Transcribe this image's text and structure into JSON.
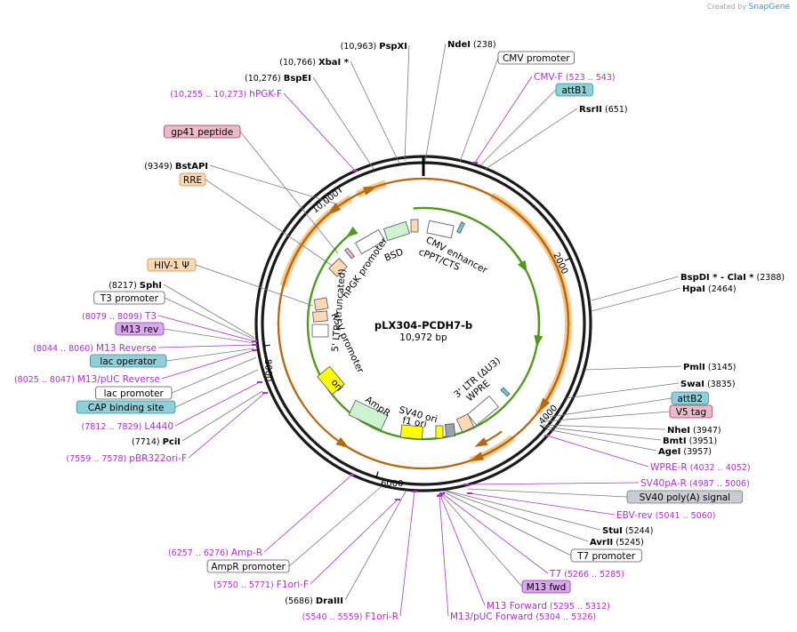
{
  "credit": {
    "prefix": "Created by",
    "brand": "SnapGene"
  },
  "map": {
    "name": "pLX304-PCDH7-b",
    "length_label": "10,972 bp",
    "ticks": [
      "2000",
      "4000",
      "6000",
      "8000",
      "10,000"
    ]
  },
  "enzymes": [
    {
      "name": "PspXI",
      "coord": "(10,963)",
      "star": false
    },
    {
      "name": "NdeI",
      "coord": "(238)",
      "star": false
    },
    {
      "name": "XbaI",
      "coord": "(10,766)",
      "star": true
    },
    {
      "name": "BspEI",
      "coord": "(10,276)",
      "star": false
    },
    {
      "name": "RsrII",
      "coord": "(651)",
      "star": false
    },
    {
      "name": "BstAPI",
      "coord": "(9349)",
      "star": false
    },
    {
      "name": "SphI",
      "coord": "(8217)",
      "star": false
    },
    {
      "name": "BspDI * - ClaI *",
      "coord": "(2388)",
      "star": false
    },
    {
      "name": "HpaI",
      "coord": "(2464)",
      "star": false
    },
    {
      "name": "PmlI",
      "coord": "(3145)",
      "star": false
    },
    {
      "name": "SwaI",
      "coord": "(3835)",
      "star": false
    },
    {
      "name": "NheI",
      "coord": "(3947)",
      "star": false
    },
    {
      "name": "BmtI",
      "coord": "(3951)",
      "star": false
    },
    {
      "name": "AgeI",
      "coord": "(3957)",
      "star": false
    },
    {
      "name": "PciI",
      "coord": "(7714)",
      "star": false
    },
    {
      "name": "StuI",
      "coord": "(5244)",
      "star": false
    },
    {
      "name": "AvrII",
      "coord": "(5245)",
      "star": false
    },
    {
      "name": "DraIII",
      "coord": "(5686)",
      "star": false
    }
  ],
  "primers": [
    {
      "name": "hPGK-F",
      "coord": "(10,255 .. 10,273)"
    },
    {
      "name": "CMV-F",
      "coord": "(523 .. 543)"
    },
    {
      "name": "T3",
      "coord": "(8079 .. 8099)"
    },
    {
      "name": "M13 Reverse",
      "coord": "(8044 .. 8060)"
    },
    {
      "name": "M13/pUC Reverse",
      "coord": "(8025 .. 8047)"
    },
    {
      "name": "L4440",
      "coord": "(7812 .. 7829)"
    },
    {
      "name": "pBR322ori-F",
      "coord": "(7559 .. 7578)"
    },
    {
      "name": "WPRE-R",
      "coord": "(4032 .. 4052)"
    },
    {
      "name": "SV40pA-R",
      "coord": "(4987 .. 5006)"
    },
    {
      "name": "EBV-rev",
      "coord": "(5041 .. 5060)"
    },
    {
      "name": "T7",
      "coord": "(5266 .. 5285)"
    },
    {
      "name": "M13 Forward",
      "coord": "(5295 .. 5312)"
    },
    {
      "name": "M13/pUC Forward",
      "coord": "(5304 .. 5326)"
    },
    {
      "name": "Amp-R",
      "coord": "(6257 .. 6276)"
    },
    {
      "name": "F1ori-F",
      "coord": "(5750 .. 5771)"
    },
    {
      "name": "F1ori-R",
      "coord": "(5540 .. 5559)"
    }
  ],
  "boxes": [
    {
      "text": "CMV promoter",
      "kind": "white"
    },
    {
      "text": "attB1",
      "kind": "teal"
    },
    {
      "text": "gp41 peptide",
      "kind": "pink"
    },
    {
      "text": "RRE",
      "kind": "peach"
    },
    {
      "text": "HIV-1 Ψ",
      "kind": "peach"
    },
    {
      "text": "T3 promoter",
      "kind": "white"
    },
    {
      "text": "M13 rev",
      "kind": "violet"
    },
    {
      "text": "lac operator",
      "kind": "teal"
    },
    {
      "text": "lac promoter",
      "kind": "white"
    },
    {
      "text": "CAP binding site",
      "kind": "teal"
    },
    {
      "text": "attB2",
      "kind": "teal"
    },
    {
      "text": "V5 tag",
      "kind": "pink"
    },
    {
      "text": "SV40 poly(A) signal",
      "kind": "gray"
    },
    {
      "text": "T7 promoter",
      "kind": "white"
    },
    {
      "text": "M13 fwd",
      "kind": "violet"
    },
    {
      "text": "AmpR promoter",
      "kind": "white"
    }
  ],
  "inner_labels": [
    "CMV enhancer",
    "cPPT/CTS",
    "BSD",
    "hPGK promoter",
    "5' LTR (truncated)",
    "RSV promoter",
    "ori",
    "AmpR",
    "SV40 ori",
    "f1 ori",
    "3' LTR (ΔU3)",
    "WPRE"
  ],
  "colors": {
    "primer": "#a533c8",
    "orange_band": "#f5c98a",
    "brown_arrow": "#b8690f",
    "green_arrow": "#4e9a1e",
    "ring": "#1a1a1a"
  }
}
